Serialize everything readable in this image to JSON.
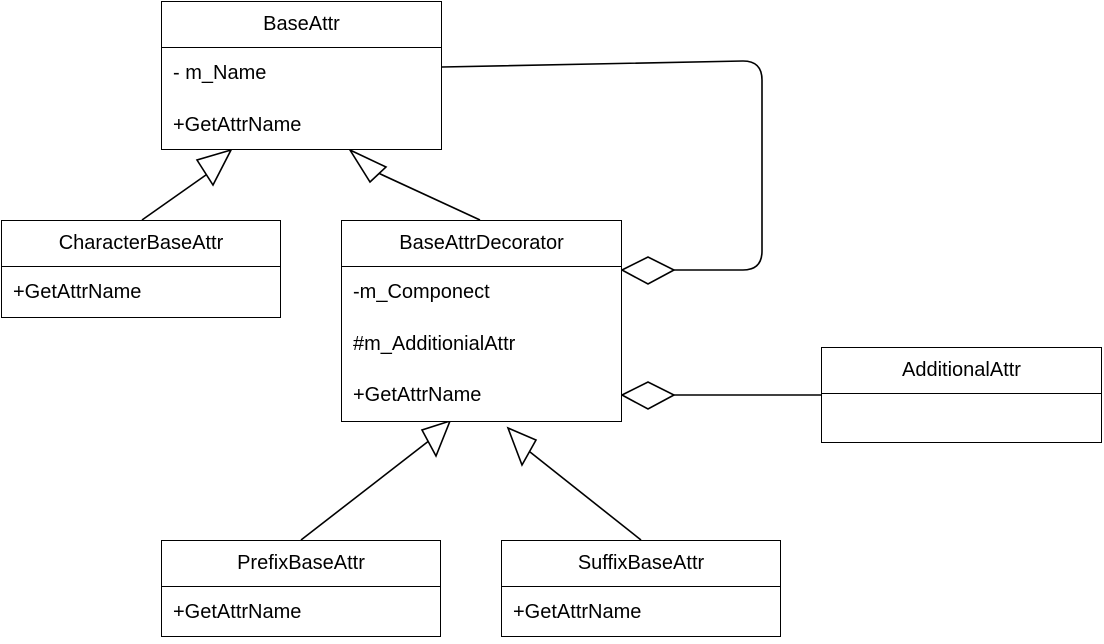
{
  "classes": {
    "base_attr": {
      "name": "BaseAttr",
      "members": [
        "- m_Name",
        "+GetAttrName"
      ]
    },
    "character_base_attr": {
      "name": "CharacterBaseAttr",
      "members": [
        "+GetAttrName"
      ]
    },
    "base_attr_decorator": {
      "name": "BaseAttrDecorator",
      "members": [
        "-m_Componect",
        "#m_AdditionialAttr",
        "+GetAttrName"
      ]
    },
    "additional_attr": {
      "name": "AdditionalAttr",
      "members": []
    },
    "prefix_base_attr": {
      "name": "PrefixBaseAttr",
      "members": [
        "+GetAttrName"
      ]
    },
    "suffix_base_attr": {
      "name": "SuffixBaseAttr",
      "members": [
        "+GetAttrName"
      ]
    }
  },
  "relationships": [
    {
      "type": "generalization",
      "from": "CharacterBaseAttr",
      "to": "BaseAttr"
    },
    {
      "type": "generalization",
      "from": "BaseAttrDecorator",
      "to": "BaseAttr"
    },
    {
      "type": "aggregation",
      "whole": "BaseAttrDecorator",
      "part": "BaseAttr"
    },
    {
      "type": "aggregation",
      "whole": "BaseAttrDecorator",
      "part": "AdditionalAttr"
    },
    {
      "type": "generalization",
      "from": "PrefixBaseAttr",
      "to": "BaseAttrDecorator"
    },
    {
      "type": "generalization",
      "from": "SuffixBaseAttr",
      "to": "BaseAttrDecorator"
    }
  ]
}
